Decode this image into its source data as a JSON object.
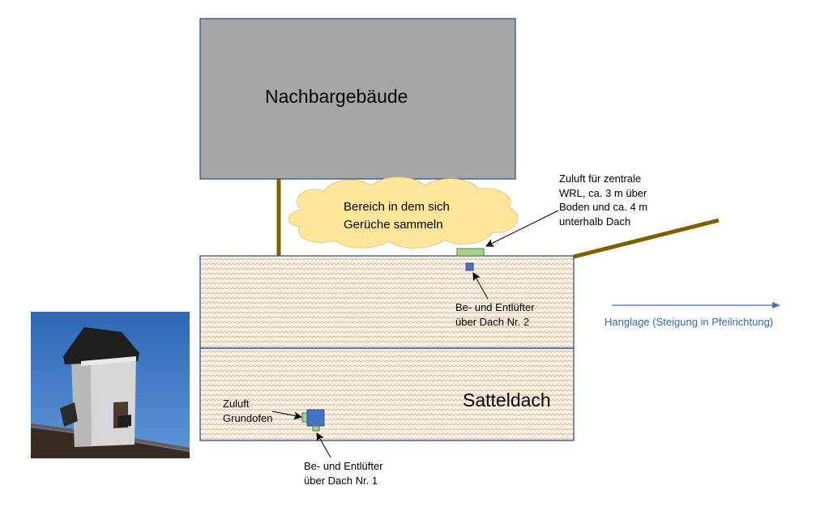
{
  "labels": {
    "neighbor_building": "Nachbargebäude",
    "odor_zone": "Bereich in dem sich\nGerüche sammeln",
    "central_intake": "Zuluft für zentrale\nWRL, ca. 3 m über\nBoden und ca.  4 m\nunterhalb Dach",
    "vent_roof_2": "Be- und Entlüfter\nüber Dach Nr. 2",
    "slope": "Hanglage (Steigung in Pfeilrichtung)",
    "roof_type": "Satteldach",
    "stove_intake": "Zuluft\nGrundofen",
    "vent_roof_1": "Be- und Entlüfter\nüber Dach Nr. 1"
  },
  "colors": {
    "building_fill": "#a6a6a6",
    "outline": "#2f528f",
    "wall": "#7f6000",
    "cloud_fill": "#ffe699",
    "roof_fill": "#fbf1e4",
    "roof_hatch": "#c9ae8c",
    "intake_green": "#a9d18e",
    "vent_blue": "#4472c4",
    "slope_arrow": "#4472c4"
  }
}
